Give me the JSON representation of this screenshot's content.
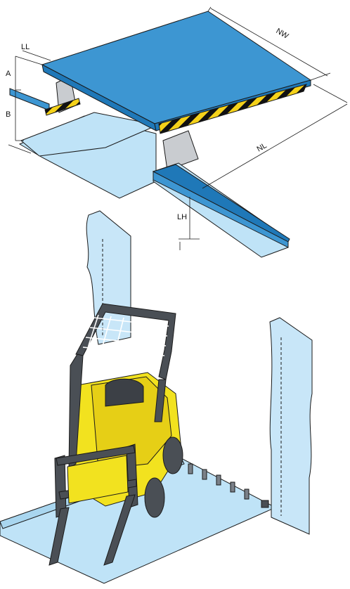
{
  "labels": {
    "ll": "LL",
    "a": "A",
    "b": "B",
    "nw": "NW",
    "nl": "NL",
    "lh": "LH"
  },
  "colors": {
    "deck_blue": "#3d96d2",
    "deck_edge": "#1f78b8",
    "light_blue": "#bfe3f7",
    "curtain_blue": "#c8e6f8",
    "hazard_yellow": "#f5d21a",
    "forklift_yellow": "#f2e21f",
    "forklift_dark": "#4a4f55",
    "line": "#1a1a1a"
  }
}
